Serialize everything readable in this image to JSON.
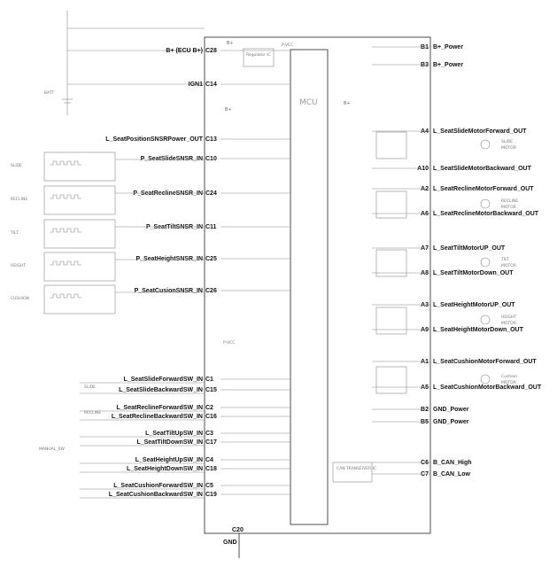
{
  "ecu": {
    "mcu_label": "MCU",
    "regulator_label": "Regulator IC",
    "pvcc_label": "P-VCC",
    "bplus_label": "B+",
    "can_transceiver_label": "CAN TRANSEIVER IC",
    "ground_pin": "C20",
    "ground_label": "GND"
  },
  "battery": {
    "label": "BATT"
  },
  "sensor_names": [
    "SLIDE",
    "RECLINE",
    "TILT",
    "HEIGHT",
    "CUSHION"
  ],
  "manual_sw_label": "MANUAL_SW",
  "switch_group_labels": [
    "SLIDE",
    "RECLINE"
  ],
  "left_pins": [
    {
      "pin": "C28",
      "signal": "B+ (ECU B+)"
    },
    {
      "pin": "C14",
      "signal": "IGN1"
    },
    {
      "pin": "C13",
      "signal": "L_SeatPositionSNSRPower_OUT"
    },
    {
      "pin": "C10",
      "signal": "P_SeatSlideSNSR_IN"
    },
    {
      "pin": "C24",
      "signal": "P_SeatReclineSNSR_IN"
    },
    {
      "pin": "C11",
      "signal": "P_SeatTiltSNSR_IN"
    },
    {
      "pin": "C25",
      "signal": "P_SeatHeightSNSR_IN"
    },
    {
      "pin": "C26",
      "signal": "P_SeatCusionSNSR_IN"
    }
  ],
  "switch_pins": [
    {
      "pin": "C1",
      "signal": "L_SeatSlideForwardSW_IN"
    },
    {
      "pin": "C15",
      "signal": "L_SeatSlideBackwardSW_IN"
    },
    {
      "pin": "C2",
      "signal": "L_SeatReclineForwardSW_IN"
    },
    {
      "pin": "C16",
      "signal": "L_SeatReclineBackwardSW_IN"
    },
    {
      "pin": "C3",
      "signal": "L_SeatTiltUpSW_IN"
    },
    {
      "pin": "C17",
      "signal": "L_SeatTiltDownSW_IN"
    },
    {
      "pin": "C4",
      "signal": "L_SeatHeightUpSW_IN"
    },
    {
      "pin": "C18",
      "signal": "L_SeatHeightDownSW_IN"
    },
    {
      "pin": "C5",
      "signal": "L_SeatCushionForwardSW_IN"
    },
    {
      "pin": "C19",
      "signal": "L_SeatCushionBackwardSW_IN"
    }
  ],
  "power_pins": [
    {
      "pin": "B1",
      "signal": "B+_Power"
    },
    {
      "pin": "B3",
      "signal": "B+_Power"
    }
  ],
  "motor_pins": [
    {
      "pin": "A4",
      "signal": "L_SeatSlideMotorForward_OUT"
    },
    {
      "pin": "A10",
      "signal": "L_SeatSlideMotorBackward_OUT"
    },
    {
      "pin": "A2",
      "signal": "L_SeatReclineMotorForward_OUT"
    },
    {
      "pin": "A6",
      "signal": "L_SeatReclineMotorBackward_OUT"
    },
    {
      "pin": "A7",
      "signal": "L_SeatTiltMotorUP_OUT"
    },
    {
      "pin": "A8",
      "signal": "L_SeatTiltMotorDown_OUT"
    },
    {
      "pin": "A3",
      "signal": "L_SeatHeightMotorUP_OUT"
    },
    {
      "pin": "A9",
      "signal": "L_SeatHeightMotorDown_OUT"
    },
    {
      "pin": "A1",
      "signal": "L_SeatCushionMotorForward_OUT"
    },
    {
      "pin": "A5",
      "signal": "L_SeatCushionMotorBackward_OUT"
    }
  ],
  "motor_names": [
    "SLIDE MOTOR",
    "RECLINE MOTOR",
    "TILT MOTOR",
    "HEIGHT MOTOR",
    "Cushion MOTOR"
  ],
  "ground_pins": [
    {
      "pin": "B2",
      "signal": "GND_Power"
    },
    {
      "pin": "B5",
      "signal": "GND_Power"
    }
  ],
  "can_pins": [
    {
      "pin": "C6",
      "signal": "B_CAN_High"
    },
    {
      "pin": "C7",
      "signal": "B_CAN_Low"
    }
  ]
}
